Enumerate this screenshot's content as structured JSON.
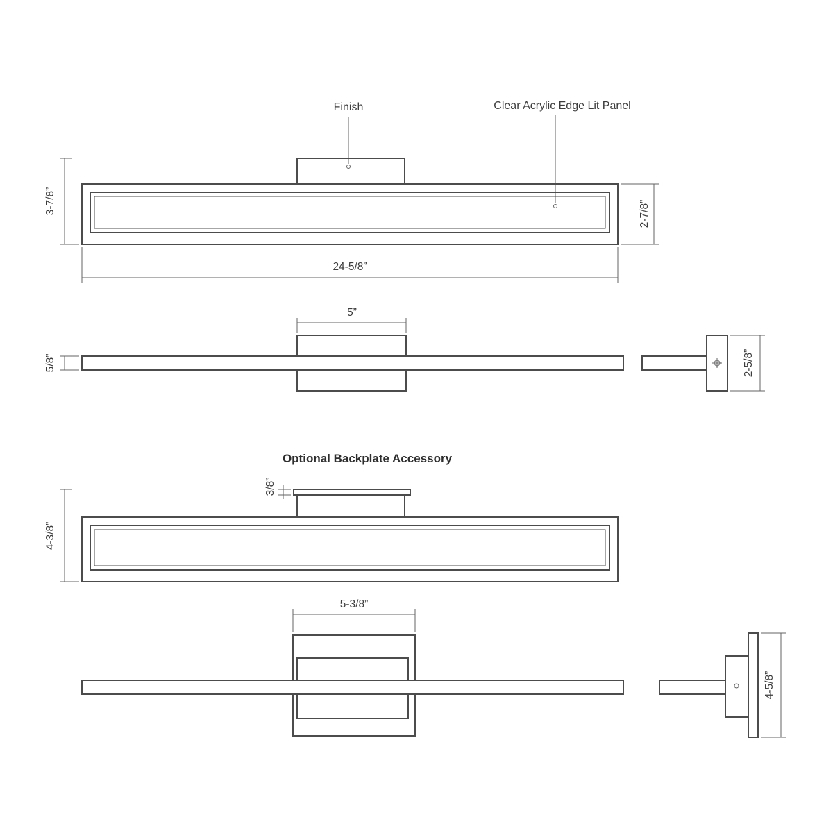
{
  "drawing": {
    "front_view": {
      "finish_label": "Finish",
      "panel_label": "Clear Acrylic Edge Lit Panel",
      "overall_height": "3-7/8”",
      "body_height": "2-7/8”",
      "overall_width": "24-5/8”"
    },
    "top_view": {
      "backplate_width": "5”",
      "bar_depth": "5/8”",
      "side_depth": "2-5/8”"
    },
    "accessory": {
      "title": "Optional Backplate Accessory",
      "front_view": {
        "backplate_thickness": "3/8”",
        "overall_height": "4-3/8”"
      },
      "top_view": {
        "backplate_width": "5-3/8”",
        "side_height": "4-5/8”"
      }
    },
    "colors": {
      "object_line": "#4c4c4c",
      "dimension_line": "#636363",
      "text": "#3c3c3c"
    }
  }
}
